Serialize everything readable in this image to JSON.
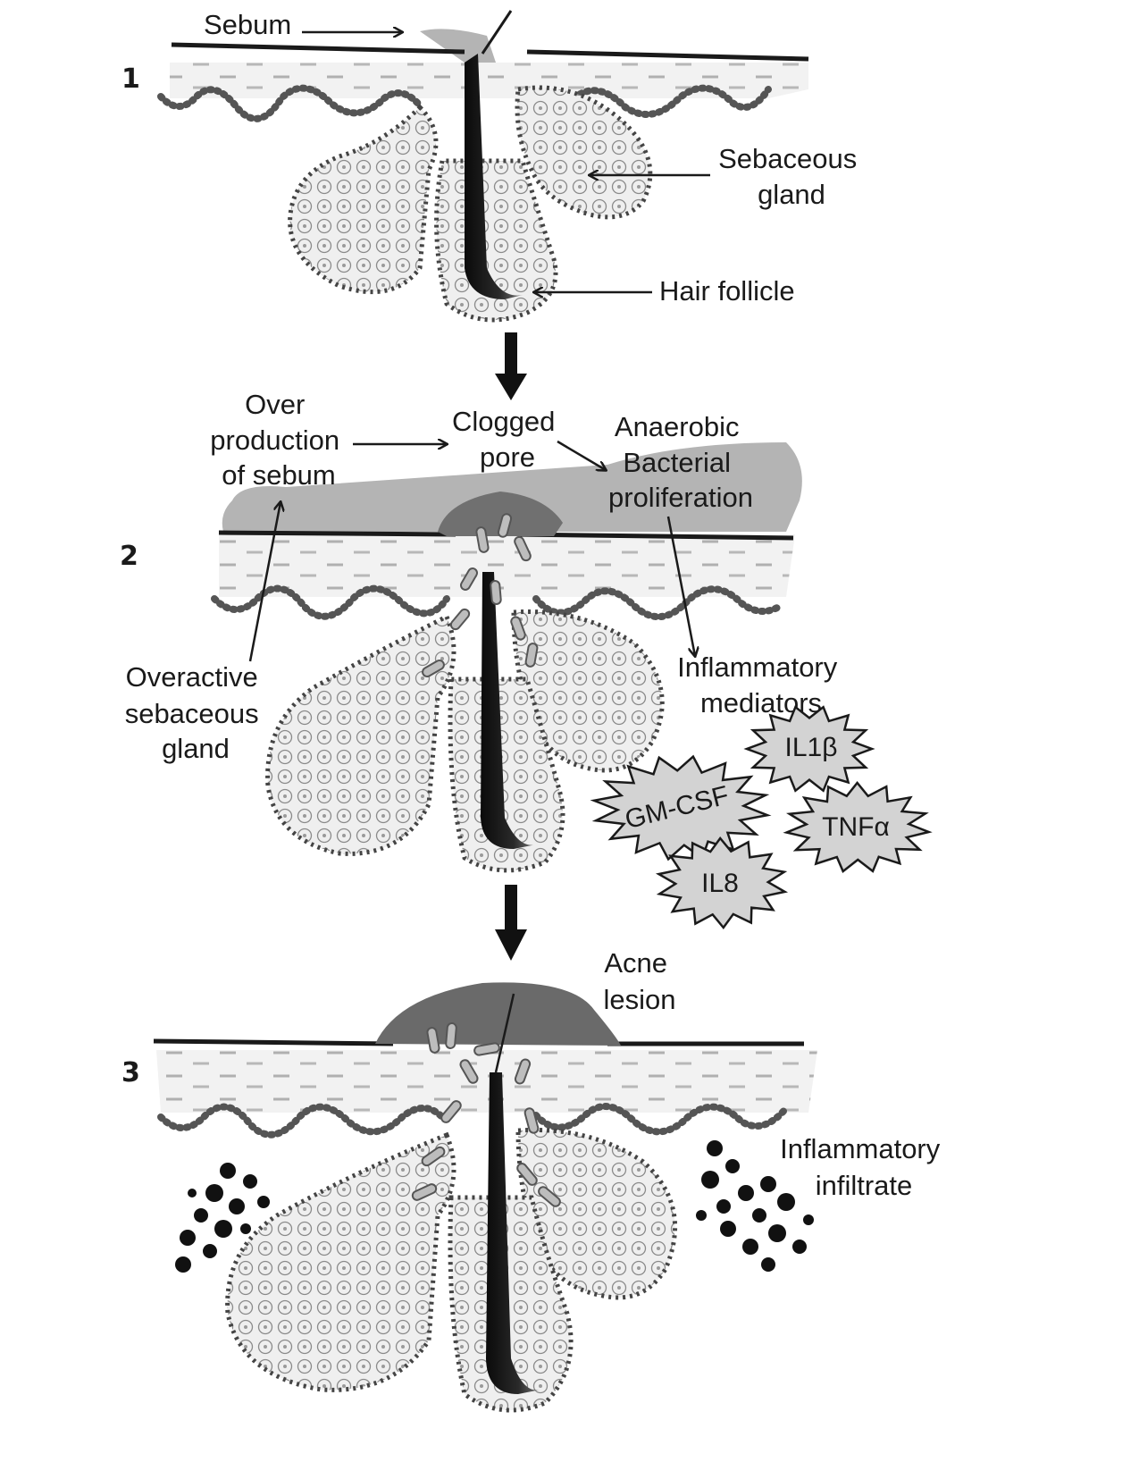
{
  "colors": {
    "background": "#ffffff",
    "ink": "#1a1a1a",
    "sebum": "#b4b4b4",
    "tissue": "#e6e6e6",
    "gland": "#eeeeee",
    "starburst": "#d3d3d3",
    "infiltrate": "#111111"
  },
  "stages": [
    {
      "number": "1"
    },
    {
      "number": "2"
    },
    {
      "number": "3"
    }
  ],
  "labels": {
    "sebum": "Sebum",
    "sebaceous_gland": [
      "Sebaceous",
      "gland"
    ],
    "hair_follicle": "Hair follicle",
    "over_production": [
      "Over",
      "production",
      "of sebum"
    ],
    "clogged_pore": [
      "Clogged",
      "pore"
    ],
    "anaerobic": [
      "Anaerobic",
      "Bacterial",
      "proliferation"
    ],
    "overactive_gland": [
      "Overactive",
      "sebaceous",
      "gland"
    ],
    "inflammatory_mediators": [
      "Inflammatory",
      "mediators"
    ],
    "acne_lesion": [
      "Acne",
      "lesion"
    ],
    "inflammatory_infiltrate": [
      "Inflammatory",
      "infiltrate"
    ]
  },
  "cytokines": {
    "il1b": "IL1β",
    "gmcsf": "GM-CSF",
    "tnfa": "TNFα",
    "il8": "IL8"
  },
  "icons": {
    "arrow": "arrow-right-icon",
    "flow_arrow": "arrow-down-icon",
    "starburst": "starburst-icon"
  }
}
